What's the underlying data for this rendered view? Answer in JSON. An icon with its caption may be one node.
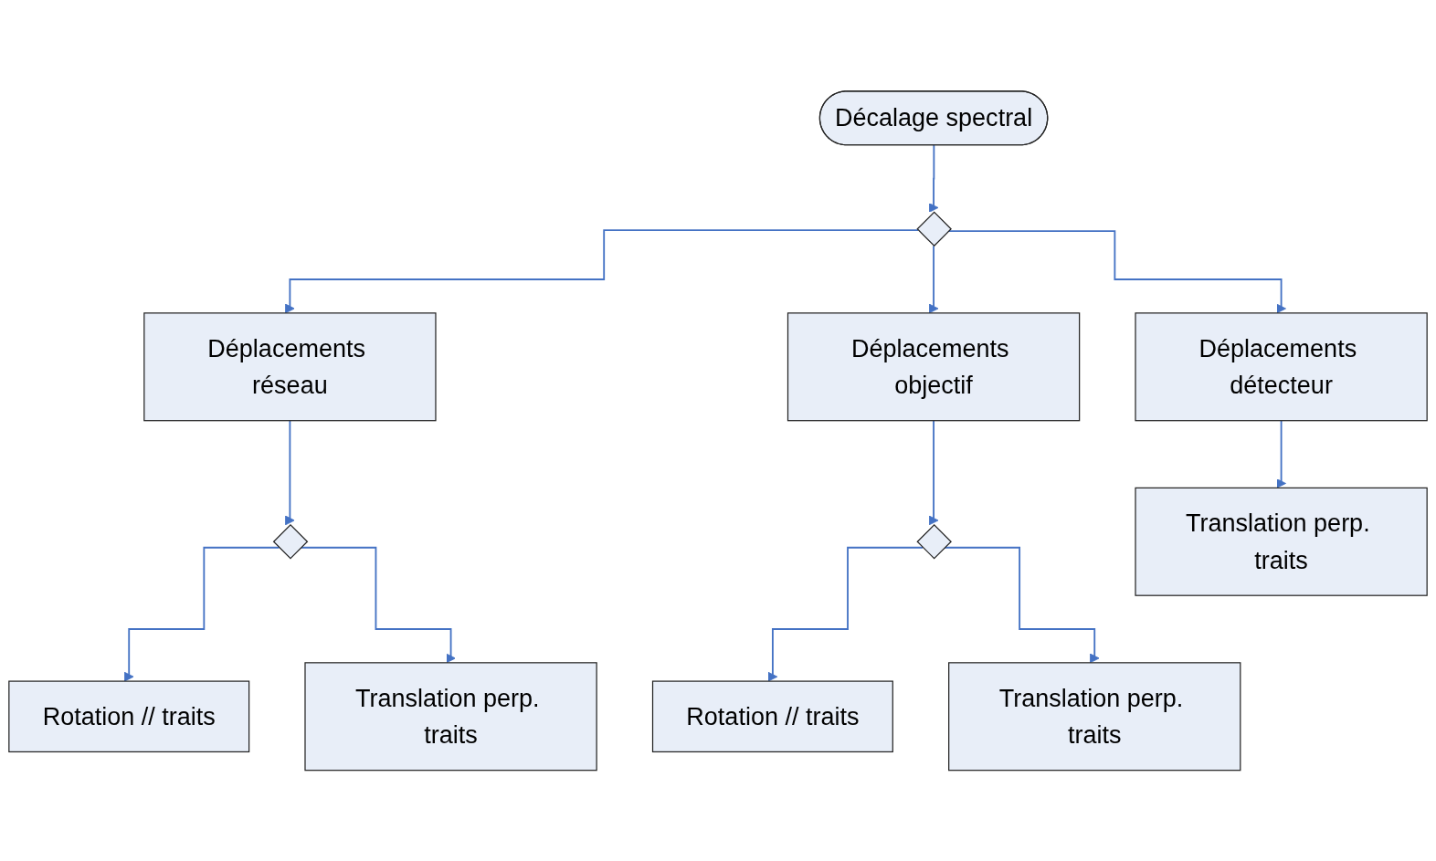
{
  "diagram": {
    "nodes": [
      {
        "text": [
          "Décalage spectral"
        ]
      },
      {
        "text": [],
        "shape": "diamond"
      },
      {
        "text": [
          "Déplacements réseau"
        ]
      },
      {
        "text": [
          "Déplacements objectif"
        ]
      },
      {
        "text": [
          "Déplacements détecteur"
        ]
      },
      {
        "text": [],
        "shape": "diamond"
      },
      {
        "text": [
          "Rotation // traits"
        ]
      },
      {
        "text": [
          "Translation perp. traits"
        ]
      },
      {
        "text": [],
        "shape": "diamond"
      },
      {
        "text": [
          "Rotation // traits"
        ]
      },
      {
        "text": [
          "Translation perp. traits"
        ]
      },
      {
        "text": [
          "Translation perp. traits"
        ]
      }
    ],
    "edges": [
      {
        "from": 0,
        "to": 1,
        "arrow": "to"
      },
      {
        "from": 1,
        "to": 2,
        "arrow": "to"
      },
      {
        "from": 1,
        "to": 3,
        "arrow": "to"
      },
      {
        "from": 1,
        "to": 4,
        "arrow": "to"
      },
      {
        "from": 2,
        "to": 5,
        "arrow": "to"
      },
      {
        "from": 5,
        "to": 6,
        "arrow": "to"
      },
      {
        "from": 5,
        "to": 7,
        "arrow": "to"
      },
      {
        "from": 3,
        "to": 8,
        "arrow": "to"
      },
      {
        "from": 8,
        "to": 9,
        "arrow": "to"
      },
      {
        "from": 8,
        "to": 10,
        "arrow": "to"
      },
      {
        "from": 4,
        "to": 11,
        "arrow": "to"
      }
    ]
  }
}
